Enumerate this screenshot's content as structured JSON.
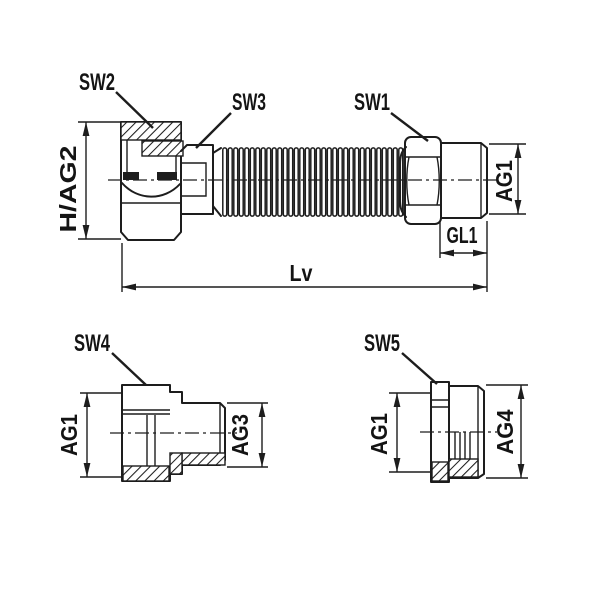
{
  "figure": {
    "type": "technical-drawing",
    "background_color": "#ffffff",
    "line_color": "#1d1d1d",
    "main_view": {
      "callouts": {
        "sw2": "SW2",
        "sw3": "SW3",
        "sw1": "SW1"
      },
      "dimensions": {
        "height": "H/AG2",
        "outlet_thread": "AG1",
        "thread_length": "GL1",
        "overall_length": "Lv"
      }
    },
    "detail_view_left": {
      "callouts": {
        "sw4": "SW4"
      },
      "dimensions": {
        "inlet_thread": "AG1",
        "outlet_thread": "AG3"
      }
    },
    "detail_view_right": {
      "callouts": {
        "sw5": "SW5"
      },
      "dimensions": {
        "inlet_thread": "AG1",
        "outlet_thread": "AG4"
      }
    }
  }
}
